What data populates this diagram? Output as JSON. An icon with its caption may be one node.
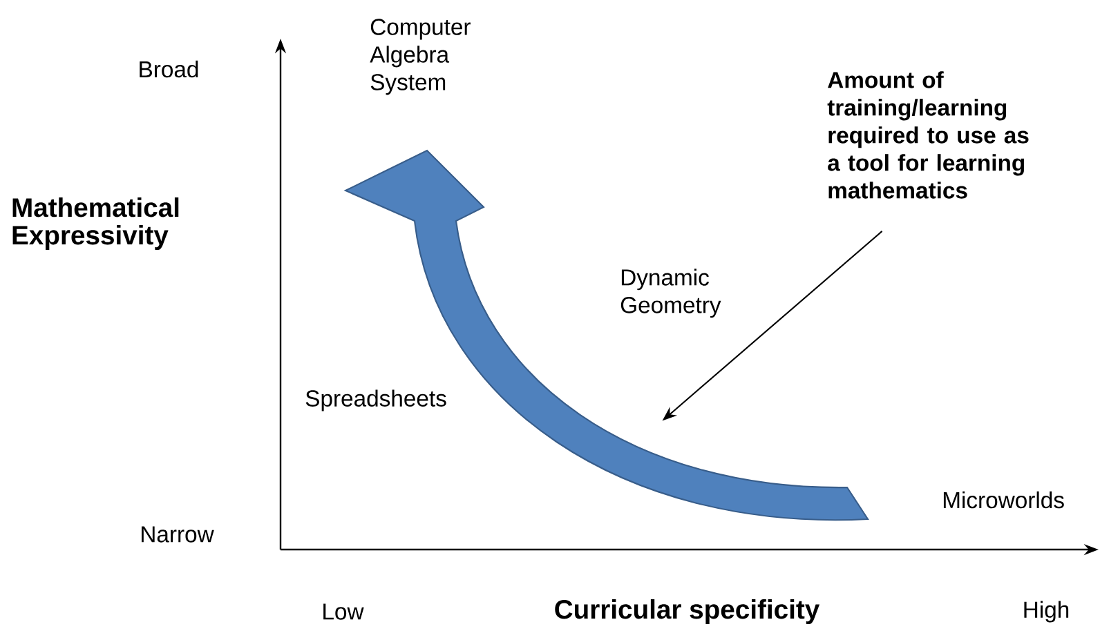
{
  "diagram": {
    "nodes": [
      {
        "text": [
          "Amount of training/learning required to use as a tool for learning mathematics"
        ]
      },
      {
        "text": [],
        "shape": "arrow"
      }
    ],
    "edges": [
      {
        "from": 0,
        "to": 1,
        "arrow": "to"
      }
    ],
    "labels": [
      "Computer Algebra System",
      "Broad",
      "Mathematical Expressivity",
      "Dynamic Geometry",
      "Spreadsheets",
      "Microworlds",
      "Narrow",
      "Low",
      "Curricular specificity",
      "High"
    ]
  }
}
